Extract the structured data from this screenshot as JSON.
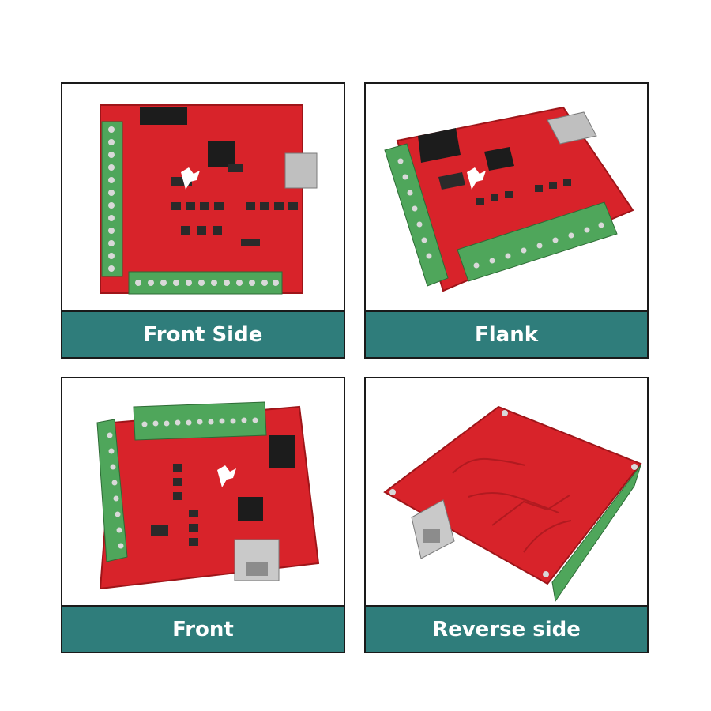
{
  "colors": {
    "caption_bg": "#2f7d7b",
    "board_red": "#d8232a",
    "terminal_green": "#4fa65b"
  },
  "panels": [
    {
      "caption": "Front Side"
    },
    {
      "caption": "Flank"
    },
    {
      "caption": "Front"
    },
    {
      "caption": "Reverse side"
    }
  ]
}
